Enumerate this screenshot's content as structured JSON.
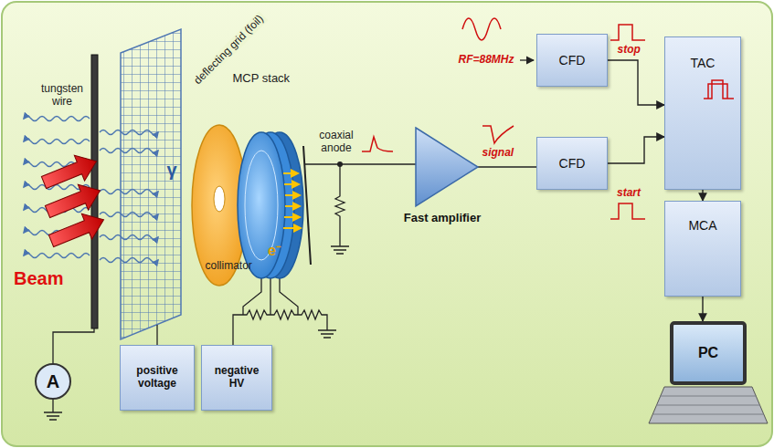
{
  "diagram": {
    "nodes": [
      {
        "text": [
          "CFD"
        ]
      },
      {
        "text": [
          "Fast amplifier"
        ]
      },
      {
        "text": [
          "CFD"
        ]
      },
      {
        "text": [
          "TAC"
        ]
      },
      {
        "text": [
          "MCA"
        ]
      },
      {
        "text": [
          "A"
        ]
      },
      {
        "text": [
          "positive voltage"
        ]
      },
      {
        "text": [
          "negative HV"
        ]
      },
      {
        "text": [
          "PC"
        ]
      }
    ],
    "edges": [
      {
        "from": 1,
        "to": 2,
        "arrow": "none"
      },
      {
        "from": 0,
        "to": 3,
        "arrow": "to"
      },
      {
        "from": 2,
        "to": 3,
        "arrow": "to"
      },
      {
        "from": 3,
        "to": 4,
        "arrow": "to"
      },
      {
        "from": 4,
        "to": 8,
        "arrow": "to"
      }
    ],
    "labels": [
      "tungsten wire",
      "deflecting grid (foil)",
      "γ",
      "MCP stack",
      "coaxial anode",
      "collimator",
      "e⁻",
      "Beam",
      "RF=88MHz",
      "stop",
      "signal",
      "start"
    ]
  }
}
